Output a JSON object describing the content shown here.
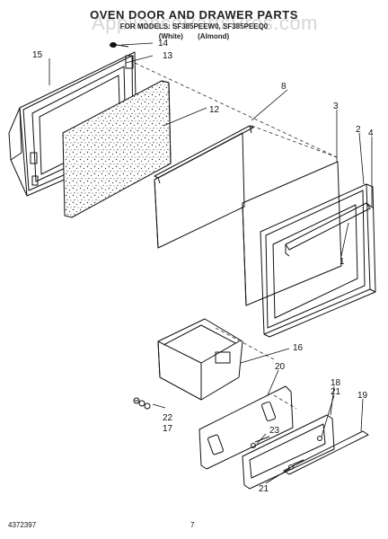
{
  "header": {
    "title": "OVEN DOOR AND DRAWER PARTS",
    "model_line": "FOR MODELS: SF385PEEW0, SF385PEEQ0",
    "variants": "(White)   (Almond)",
    "watermark": "AppliancePartsPros.com"
  },
  "footer": {
    "part_number": "4372397",
    "page_number": "7"
  },
  "callouts": {
    "c1": "1",
    "c2": "2",
    "c3": "3",
    "c4": "4",
    "c8": "8",
    "c12": "12",
    "c13": "13",
    "c14": "14",
    "c15": "15",
    "c16": "16",
    "c17": "17",
    "c18": "18",
    "c19": "19",
    "c20": "20",
    "c21a": "21",
    "c21b": "21",
    "c22": "22",
    "c23": "23"
  }
}
